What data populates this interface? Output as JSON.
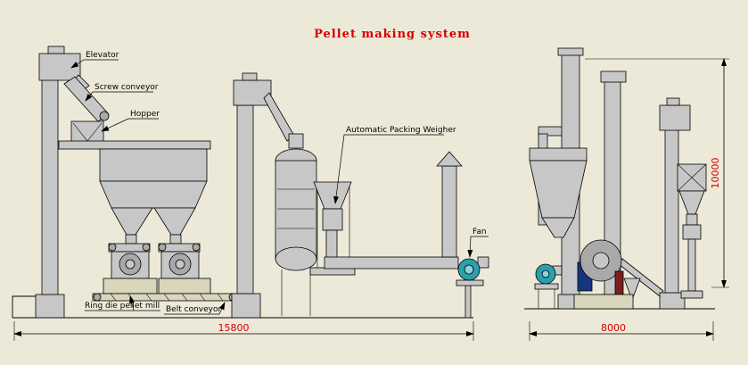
{
  "title": "Pellet making system",
  "labels": {
    "elevator": "Elevator",
    "screw_conveyor": "Screw conveyor",
    "hopper": "Hopper",
    "packing_weigher": "Automatic Packing Weigher",
    "fan": "Fan",
    "ring_die_pellet_mill": "Ring die pellet mill",
    "belt_conveyor": "Belt conveyor"
  },
  "dimensions": {
    "front_width": "15800",
    "side_width": "8000",
    "height": "10000"
  },
  "colors": {
    "background": "#ece9d8",
    "accent_red": "#d40000",
    "machine_gray": "#c7c7c7",
    "fan_teal": "#2b9fae"
  }
}
